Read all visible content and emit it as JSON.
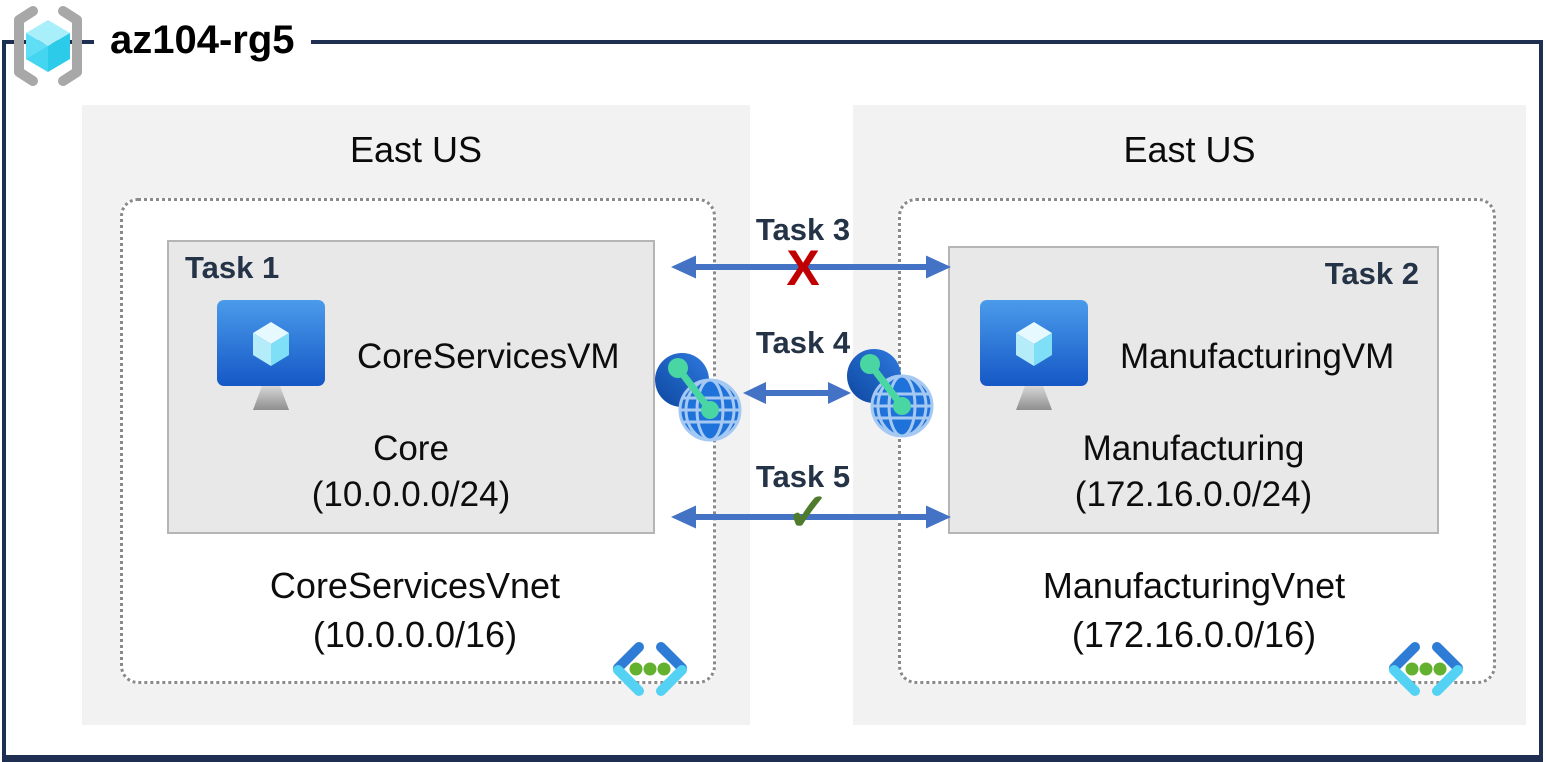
{
  "resource_group": {
    "title": "az104-rg5"
  },
  "regions": [
    {
      "name": "East US",
      "vnet_name": "CoreServicesVnet",
      "vnet_cidr": "(10.0.0.0/16)",
      "subnet_task": "Task 1",
      "vm_name": "CoreServicesVM",
      "subnet_name": "Core",
      "subnet_cidr": "(10.0.0.0/24)"
    },
    {
      "name": "East US",
      "vnet_name": "ManufacturingVnet",
      "vnet_cidr": "(172.16.0.0/16)",
      "subnet_task": "Task 2",
      "vm_name": "ManufacturingVM",
      "subnet_name": "Manufacturing",
      "subnet_cidr": "(172.16.0.0/24)"
    }
  ],
  "connections": [
    {
      "label": "Task 3",
      "marker": "X"
    },
    {
      "label": "Task 4",
      "marker": ""
    },
    {
      "label": "Task 5",
      "marker": "✓"
    }
  ],
  "icons": {
    "resource_group": "azure-resource-group",
    "virtual_machine": "azure-virtual-machine",
    "virtual_network": "azure-virtual-network",
    "peering": "azure-vnet-peering"
  },
  "colors": {
    "frame": "#1E2F52",
    "arrow": "#4472C4",
    "blocked_x": "#C00000",
    "allowed_check": "#4E7C2C",
    "region_bg": "#F2F2F2",
    "subnet_bg": "#E8E8E8",
    "task_text": "#253347"
  }
}
